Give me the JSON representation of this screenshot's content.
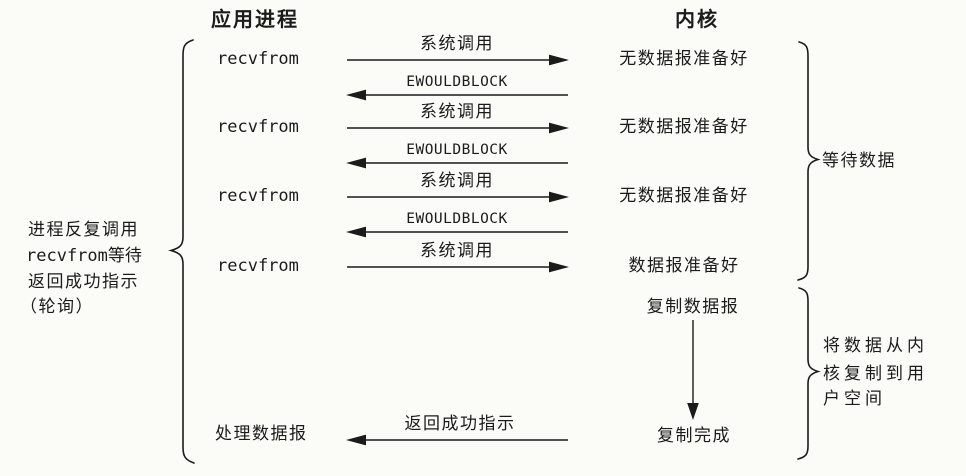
{
  "colors": {
    "ink": "#1b1b1b",
    "paper": "#fbfbf8"
  },
  "headers": {
    "application": "应用进程",
    "kernel": "内核"
  },
  "left_note": {
    "lines": [
      "进程反复调用",
      "recvfrom等待",
      "返回成功指示",
      "（轮询）"
    ]
  },
  "sequence": {
    "calls": [
      {
        "caller": "recvfrom",
        "request": "系统调用",
        "response": "EWOULDBLOCK",
        "state": "无数据报准备好"
      },
      {
        "caller": "recvfrom",
        "request": "系统调用",
        "response": "EWOULDBLOCK",
        "state": "无数据报准备好"
      },
      {
        "caller": "recvfrom",
        "request": "系统调用",
        "response": "EWOULDBLOCK",
        "state": "无数据报准备好"
      },
      {
        "caller": "recvfrom",
        "request": "系统调用",
        "state": "数据报准备好"
      }
    ]
  },
  "copy_phase": {
    "start": "复制数据报",
    "done": "复制完成"
  },
  "finish": {
    "process": "处理数据报",
    "return_label": "返回成功指示"
  },
  "annotations": {
    "wait": "等待数据",
    "copy_lines": [
      "将数据从内",
      "核复制到用",
      "户空间"
    ]
  }
}
